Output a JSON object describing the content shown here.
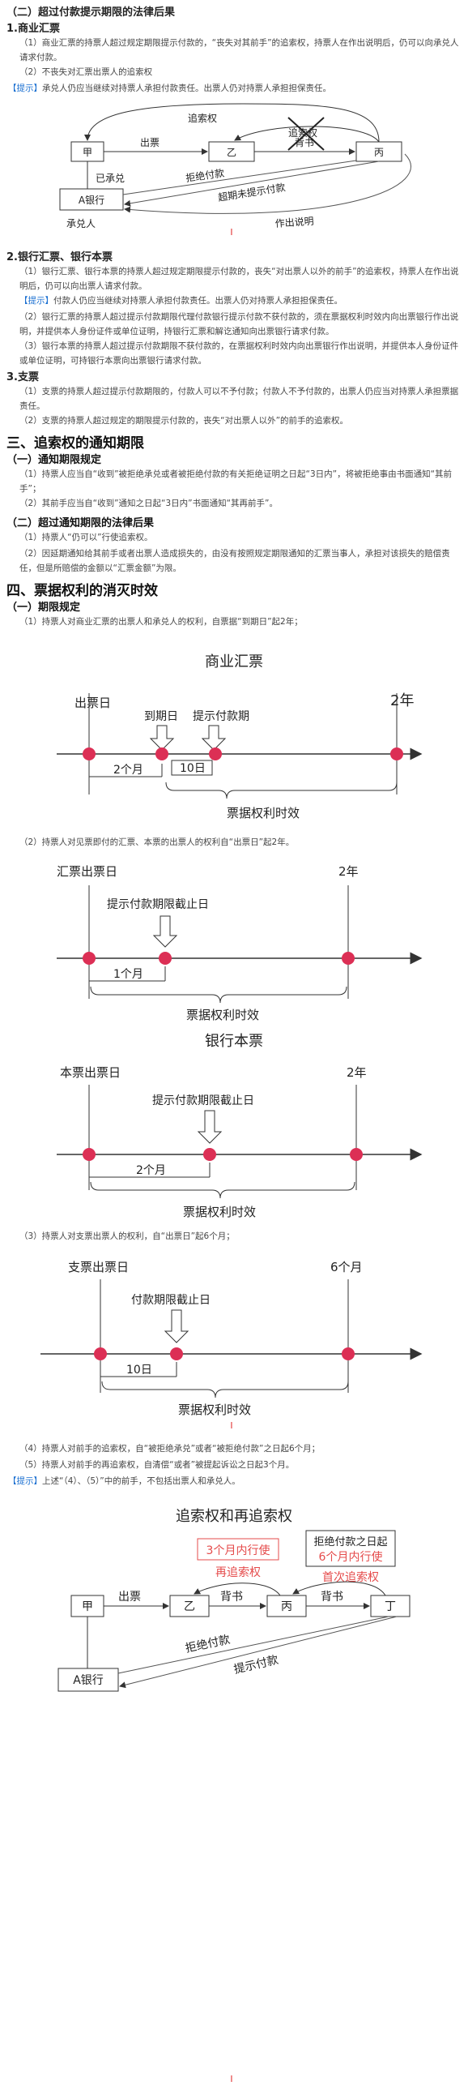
{
  "section2": {
    "heading": "（二）超过付款提示期限的法律后果",
    "sub1": "1.商业汇票",
    "p1": "（1）商业汇票的持票人超过规定期限提示付款的，“丧失对其前手”的追索权，持票人在作出说明后，仍可以向承兑人请求付款。",
    "p2": "（2）不丧失对汇票出票人的追索权",
    "tip_tag": "【提示】",
    "tip_text": "承兑人仍应当继续对持票人承担付款责任。出票人仍对持票人承担担保责任。",
    "diagram": {
      "jia": "甲",
      "yi": "乙",
      "bing": "丙",
      "bank": "A银行",
      "chupiao": "出票",
      "beishu": "背书",
      "zhuisuoquan": "追索权",
      "zhuisuo_struck": "追索权",
      "yichengdui": "已承兑",
      "chengduiren": "承兑人",
      "jujue": "拒绝付款",
      "yuqi": "超期未提示付款",
      "shuoming": "作出说明"
    },
    "sub2": "2.银行汇票、银行本票",
    "p3": "（1）银行汇票、银行本票的持票人超过规定期限提示付款的，丧失“对出票人以外的前手”的追索权，持票人在作出说明后，仍可以向出票人请求付款。",
    "tip2_tag": "【提示】",
    "tip2_text": "付款人仍应当继续对持票人承担付款责任。出票人仍对持票人承担担保责任。",
    "p4": "（2）银行汇票的持票人超过提示付款期限代理付款银行提示付款不获付款的，须在票据权利时效内向出票银行作出说明，并提供本人身份证件或单位证明，持银行汇票和解讫通知向出票银行请求付款。",
    "p5": "（3）银行本票的持票人超过提示付款期限不获付款的，在票据权利时效内向出票银行作出说明，并提供本人身份证件或单位证明，可持银行本票向出票银行请求付款。",
    "sub3": "3.支票",
    "p6": "（1）支票的持票人超过提示付款期限的，付款人可以不予付款；付款人不予付款的，出票人仍应当对持票人承担票据责任。",
    "p7": "（2）支票的持票人超过规定的期限提示付款的，丧失“对出票人以外”的前手的追索权。"
  },
  "section3": {
    "heading": "三、追索权的通知期限",
    "sub1": "（一）通知期限规定",
    "p1": "（1）持票人应当自“收到”被拒绝承兑或者被拒绝付款的有关拒绝证明之日起“3日内”，将被拒绝事由书面通知“其前手”；",
    "p2": "（2）其前手应当自“收到”通知之日起“3日内”书面通知“其再前手”。",
    "sub2": "（二）超过通知期限的法律后果",
    "p3": "（1）持票人“仍可以”行使追索权。",
    "p4": "（2）因延期通知给其前手或者出票人造成损失的，由没有按照规定期限通知的汇票当事人，承担对该损失的赔偿责任，但是所赔偿的金额以“汇票金额”为限。"
  },
  "section4": {
    "heading": "四、票据权利的消灭时效",
    "sub1": "（一）期限规定",
    "p1": "（1）持票人对商业汇票的出票人和承兑人的权利，自票据“到期日”起2年；",
    "tl1": {
      "title": "商业汇票",
      "a": "出票日",
      "b": "到期日",
      "c": "提示付款期",
      "d": "2年",
      "e": "2个月",
      "f": "10日",
      "g": "票据权利时效"
    },
    "p2": "（2）持票人对见票即付的汇票、本票的出票人的权利自“出票日”起2年。",
    "tl2": {
      "a": "汇票出票日",
      "b": "提示付款期限截止日",
      "c": "2年",
      "d": "1个月",
      "e": "票据权利时效"
    },
    "tl3": {
      "title": "银行本票",
      "a": "本票出票日",
      "b": "提示付款期限截止日",
      "c": "2年",
      "d": "2个月",
      "e": "票据权利时效"
    },
    "p3": "（3）持票人对支票出票人的权利，自“出票日”起6个月；",
    "tl4": {
      "a": "支票出票日",
      "b": "付款期限截止日",
      "c": "6个月",
      "d": "10日",
      "e": "票据权利时效"
    },
    "p4": "（4）持票人对前手的追索权，自“被拒绝承兑”或者“被拒绝付款”之日起6个月；",
    "p5": "（5）持票人对前手的再追索权，自清偿“或者”被提起诉讼之日起3个月。",
    "tip_tag": "【提示】",
    "tip_text": "上述“（4）、（5）”中的前手，不包括出票人和承兑人。",
    "diag2": {
      "title": "追索权和再追索权",
      "box1": "3个月内行使",
      "label1": "再追索权",
      "box2a": "拒绝付款之日起",
      "box2b": "6个月内行使",
      "label2": "首次追索权",
      "jia": "甲",
      "yi": "乙",
      "bing": "丙",
      "ding": "丁",
      "bank": "A银行",
      "chupiao": "出票",
      "beishu1": "背书",
      "beishu2": "背书",
      "jujue": "拒绝付款",
      "tishi": "提示付款"
    },
    "accent_mark": "ı"
  }
}
